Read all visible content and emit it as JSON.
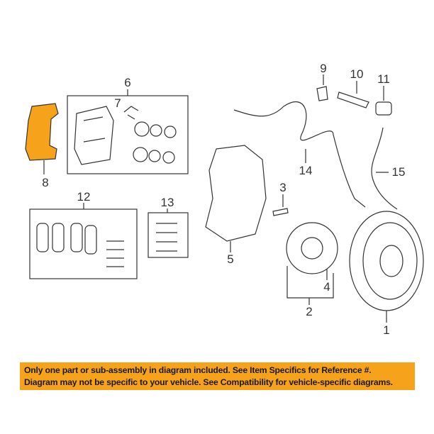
{
  "callouts": {
    "c1": "1",
    "c2": "2",
    "c3": "3",
    "c4": "4",
    "c5": "5",
    "c6": "6",
    "c7": "7",
    "c8": "8",
    "c9": "9",
    "c10": "10",
    "c11": "11",
    "c12": "12",
    "c13": "13",
    "c14": "14",
    "c15": "15"
  },
  "highlighted_part": "8",
  "highlight_color": "#f7a21b",
  "banner": {
    "line1": "Only one part or sub-assembly in diagram included. See Item Specifics for Reference #.",
    "line2": "Diagram may not be specific to your vehicle. See Compatibility for vehicle-specific diagrams."
  }
}
